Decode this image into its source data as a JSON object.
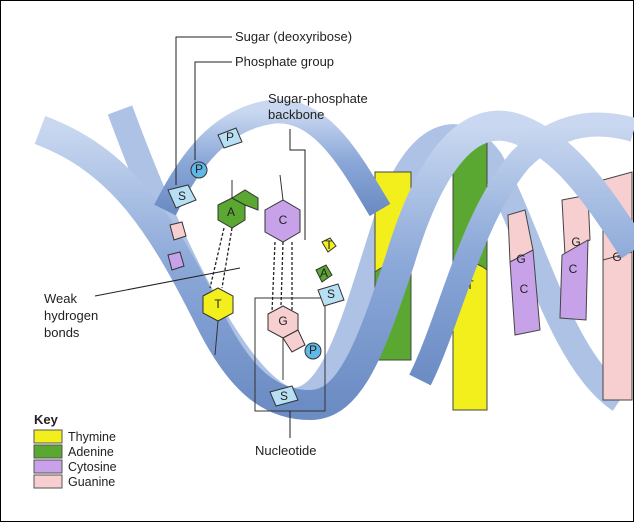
{
  "labels": {
    "sugar": "Sugar (deoxyribose)",
    "phosphate": "Phosphate group",
    "backbone_line1": "Sugar-phosphate",
    "backbone_line2": "backbone",
    "hbond_line1": "Weak",
    "hbond_line2": "hydrogen",
    "hbond_line3": "bonds",
    "nucleotide": "Nucleotide"
  },
  "bases": {
    "A": "A",
    "T": "T",
    "C": "C",
    "G": "G",
    "P": "P",
    "S": "S"
  },
  "key": {
    "title": "Key",
    "items": [
      {
        "label": "Thymine",
        "color": "#f2ef1c"
      },
      {
        "label": "Adenine",
        "color": "#5aa832"
      },
      {
        "label": "Cytosine",
        "color": "#c8a2e8"
      },
      {
        "label": "Guanine",
        "color": "#f7cfd0"
      }
    ]
  },
  "colors": {
    "strand": "#8ba8d8",
    "thymine": "#f2ef1c",
    "adenine": "#5aa832",
    "cytosine": "#c8a2e8",
    "guanine": "#f7cfd0",
    "phosphate": "#5fb8e6",
    "sugar": "#b8e0f4"
  }
}
